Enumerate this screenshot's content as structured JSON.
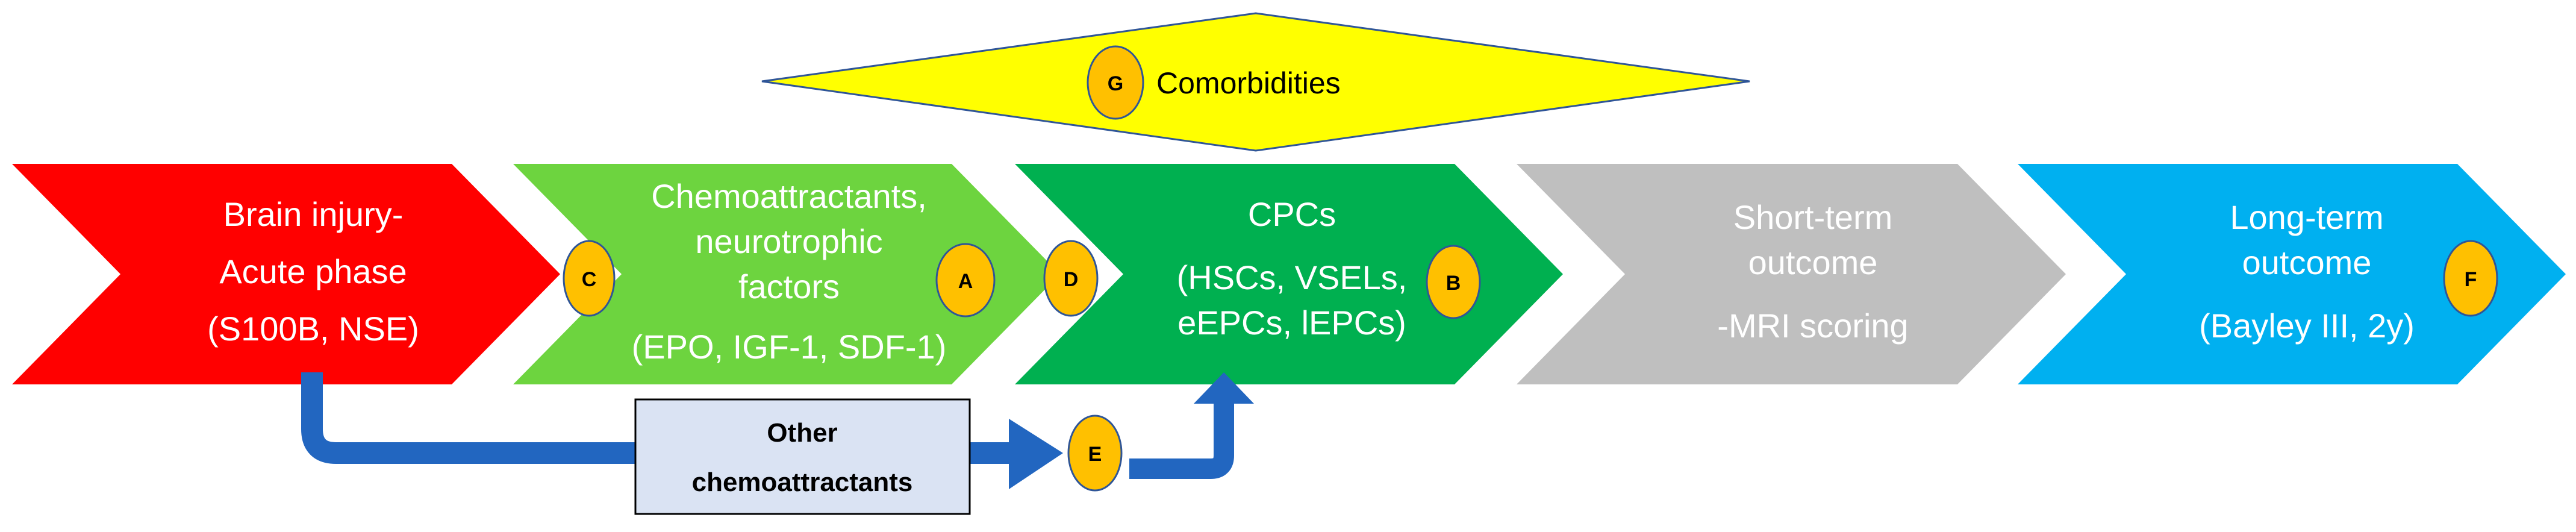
{
  "comorbidities": {
    "badge": "G",
    "label": "Comorbidities",
    "color": "#FFFF00"
  },
  "stages": [
    {
      "lines": [
        "Brain injury-",
        "Acute phase",
        "(S100B, NSE)"
      ],
      "color": "#FF0000",
      "text_color": "#FFFFFF"
    },
    {
      "lines": [
        "Chemoattractants,",
        "neurotrophic",
        "factors",
        "(EPO, IGF-1, SDF-1)"
      ],
      "color": "#6DD43F",
      "text_color": "#FFFFFF"
    },
    {
      "lines": [
        "CPCs",
        "(HSCs, VSELs,",
        "eEPCs, lEPCs)"
      ],
      "color": "#00B050",
      "text_color": "#FFFFFF"
    },
    {
      "lines": [
        "Short-term",
        "outcome",
        "-MRI scoring"
      ],
      "color": "#BFBFBF",
      "text_color": "#FFFFFF"
    },
    {
      "lines": [
        "Long-term",
        "outcome",
        "(Bayley III, 2y)"
      ],
      "color": "#00B0F0",
      "text_color": "#FFFFFF"
    }
  ],
  "badges": [
    "A",
    "B",
    "C",
    "D",
    "E",
    "F"
  ],
  "badge_color": "#FFC000",
  "other_box": {
    "lines": [
      "Other",
      "chemoattractants"
    ],
    "color": "#DAE3F3"
  },
  "flow_arrow_color": "#2266C0"
}
